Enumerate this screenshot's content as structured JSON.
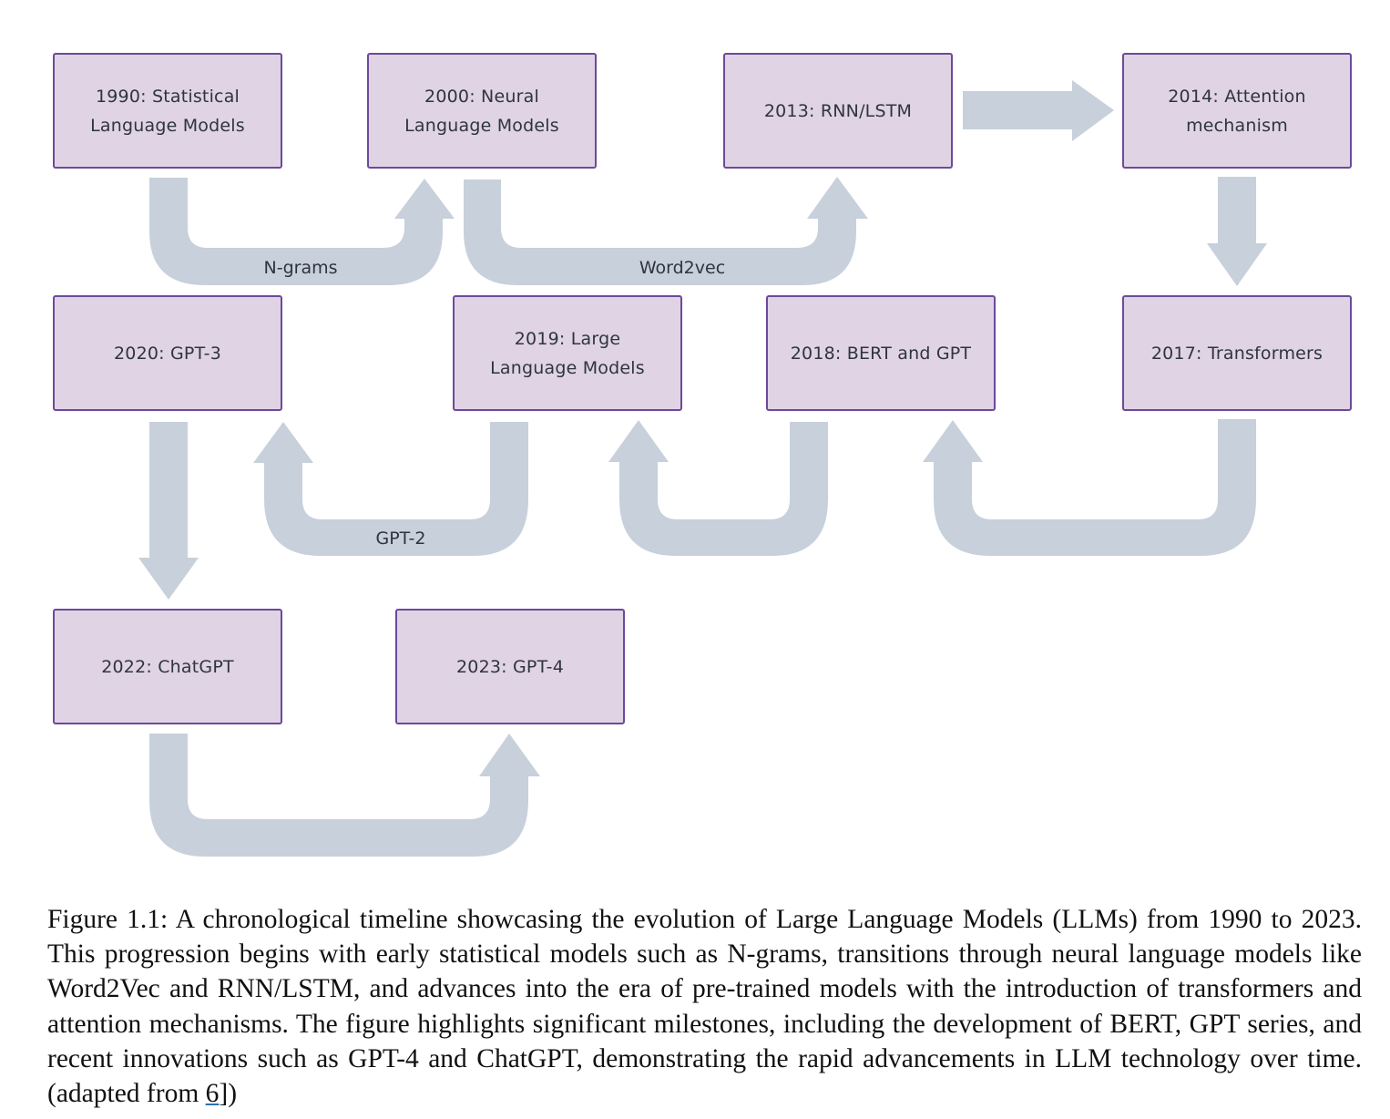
{
  "diagram": {
    "nodes": [
      {
        "id": "n1990",
        "label": "1990: Statistical\nLanguage Models"
      },
      {
        "id": "n2000",
        "label": "2000: Neural\nLanguage Models"
      },
      {
        "id": "n2013",
        "label": "2013: RNN/LSTM"
      },
      {
        "id": "n2014",
        "label": "2014: Attention\nmechanism"
      },
      {
        "id": "n2020",
        "label": "2020: GPT-3"
      },
      {
        "id": "n2019",
        "label": "2019: Large\nLanguage Models"
      },
      {
        "id": "n2018",
        "label": "2018: BERT and GPT"
      },
      {
        "id": "n2017",
        "label": "2017: Transformers"
      },
      {
        "id": "n2022",
        "label": "2022: ChatGPT"
      },
      {
        "id": "n2023",
        "label": "2023: GPT-4"
      }
    ],
    "edges": [
      {
        "from": "n1990",
        "to": "n2000",
        "label": "N-grams"
      },
      {
        "from": "n2000",
        "to": "n2013",
        "label": "Word2vec"
      },
      {
        "from": "n2013",
        "to": "n2014",
        "label": ""
      },
      {
        "from": "n2014",
        "to": "n2017",
        "label": ""
      },
      {
        "from": "n2017",
        "to": "n2018",
        "label": ""
      },
      {
        "from": "n2018",
        "to": "n2019",
        "label": ""
      },
      {
        "from": "n2019",
        "to": "n2020",
        "label": "GPT-2"
      },
      {
        "from": "n2020",
        "to": "n2022",
        "label": ""
      },
      {
        "from": "n2022",
        "to": "n2023",
        "label": ""
      }
    ],
    "colors": {
      "box_fill": "#e0d3e4",
      "box_border": "#6b4a9b",
      "arrow": "#c7d0db",
      "text": "#2e3440"
    }
  },
  "caption": {
    "text": "Figure 1.1: A chronological timeline showcasing the evolution of Large Language Models (LLMs) from 1990 to 2023. This progression begins with early statistical models such as N-grams, transitions through neural language models like Word2Vec and RNN/LSTM, and advances into the era of pre-trained models with the introduction of transformers and attention mechanisms. The figure highlights significant milestones, including the development of BERT, GPT series, and recent innovations such as GPT-4 and ChatGPT, demonstrating the rapid advancements in LLM technology over time. (adapted from ",
    "citation": "6",
    "suffix": "])"
  }
}
